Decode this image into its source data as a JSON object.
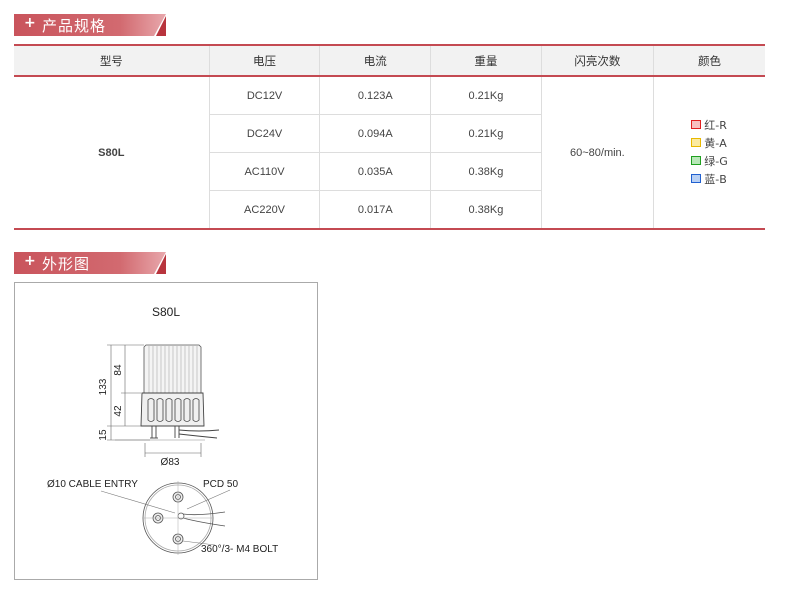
{
  "sections": {
    "spec_title": "产品规格",
    "outline_title": "外形图",
    "plus": "+"
  },
  "table": {
    "headers": [
      "型号",
      "电压",
      "电流",
      "重量",
      "闪亮次数",
      "颜色"
    ],
    "model": "S80L",
    "rows": [
      {
        "voltage": "DC12V",
        "current": "0.123A",
        "weight": "0.21Kg"
      },
      {
        "voltage": "DC24V",
        "current": "0.094A",
        "weight": "0.21Kg"
      },
      {
        "voltage": "AC110V",
        "current": "0.035A",
        "weight": "0.38Kg"
      },
      {
        "voltage": "AC220V",
        "current": "0.017A",
        "weight": "0.38Kg"
      }
    ],
    "flash": "60~80/min.",
    "colors": [
      {
        "label": "红-R",
        "color": "#e02020"
      },
      {
        "label": "黄-A",
        "color": "#e8b800"
      },
      {
        "label": "绿-G",
        "color": "#20a020"
      },
      {
        "label": "蓝-B",
        "color": "#2060d0"
      }
    ]
  },
  "drawing": {
    "title": "S80L",
    "dim_133": "133",
    "dim_84": "84",
    "dim_42": "42",
    "dim_15": "15",
    "dim_diameter": "Ø83",
    "cable_entry": "Ø10 CABLE ENTRY",
    "pcd": "PCD 50",
    "bolt": "360°/3- M4 BOLT"
  },
  "accent_color": "#c44a52"
}
